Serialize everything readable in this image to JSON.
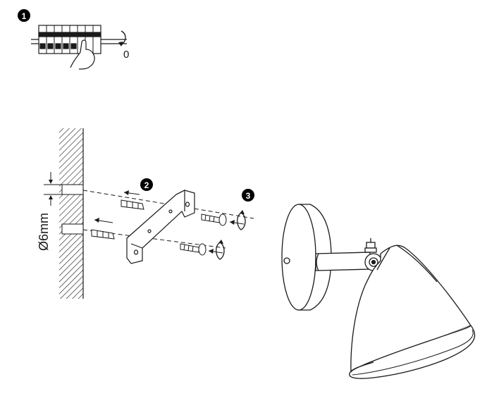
{
  "steps": {
    "step1": {
      "number": "1",
      "switch_position": "0"
    },
    "step2": {
      "number": "2"
    },
    "step3": {
      "number": "3"
    }
  },
  "wall": {
    "drill_diameter": "Ø6mm"
  },
  "colors": {
    "line": "#1a1a1a",
    "badge": "#000000",
    "background": "#ffffff"
  }
}
